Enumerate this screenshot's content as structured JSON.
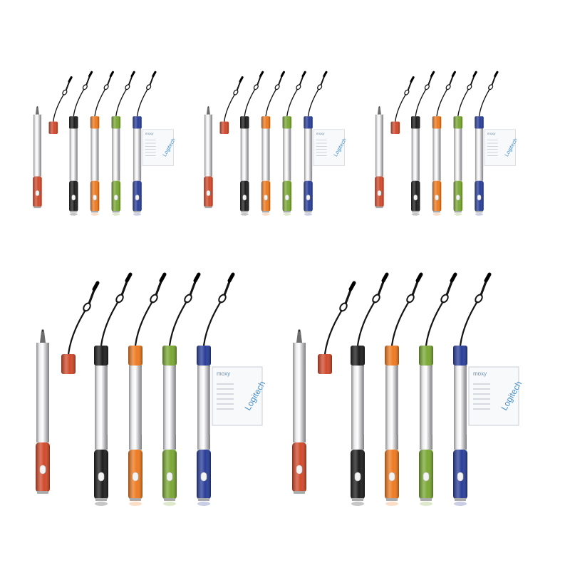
{
  "product": {
    "colors": {
      "red": "#d2492a",
      "black": "#1c1c1c",
      "orange": "#ef7a1f",
      "green": "#7aa833",
      "blue": "#283d99",
      "silver": "#c8c8ca",
      "cord": "#141414",
      "tip": "#6d6d6d"
    },
    "variants": [
      "red-cap",
      "black",
      "orange",
      "green",
      "blue"
    ]
  },
  "display_card": {
    "brand_text": "moxy",
    "logo_text": "Logitech"
  },
  "groups": [
    {
      "name": "group-1",
      "size": "small"
    },
    {
      "name": "group-2",
      "size": "small"
    },
    {
      "name": "group-3",
      "size": "small"
    },
    {
      "name": "group-4",
      "size": "large"
    },
    {
      "name": "group-5",
      "size": "large"
    }
  ]
}
